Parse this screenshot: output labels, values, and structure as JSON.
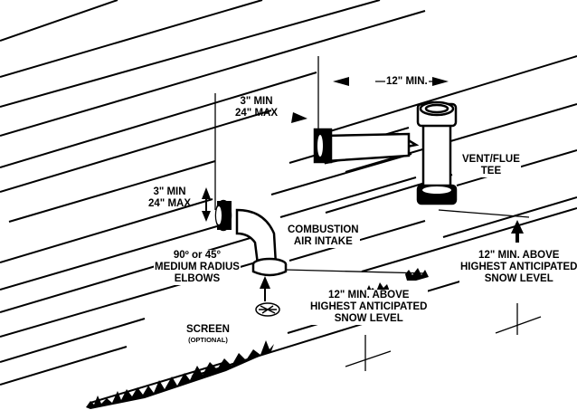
{
  "labels": {
    "spacing_top": "12\" MIN.",
    "vertical_offset_l1": "3\" MIN",
    "vertical_offset_l2": "24\" MAX",
    "elbow_height_l1": "3\" MIN",
    "elbow_height_l2": "24\" MAX",
    "vent_tee_l1": "VENT/FLUE",
    "vent_tee_l2": "TEE",
    "combustion_l1": "COMBUSTION",
    "combustion_l2": "AIR INTAKE",
    "elbows_l1": "90º or 45°",
    "elbows_l2": "MEDIUM RADIUS",
    "elbows_l3": "ELBOWS",
    "snow_right_l1": "12\" MIN. ABOVE",
    "snow_right_l2": "HIGHEST ANTICIPATED",
    "snow_right_l3": "SNOW LEVEL",
    "snow_center_l1": "12\" MIN. ABOVE",
    "snow_center_l2": "HIGHEST ANTICIPATED",
    "snow_center_l3": "SNOW LEVEL",
    "screen": "SCREEN",
    "optional": "(OPTIONAL)"
  }
}
